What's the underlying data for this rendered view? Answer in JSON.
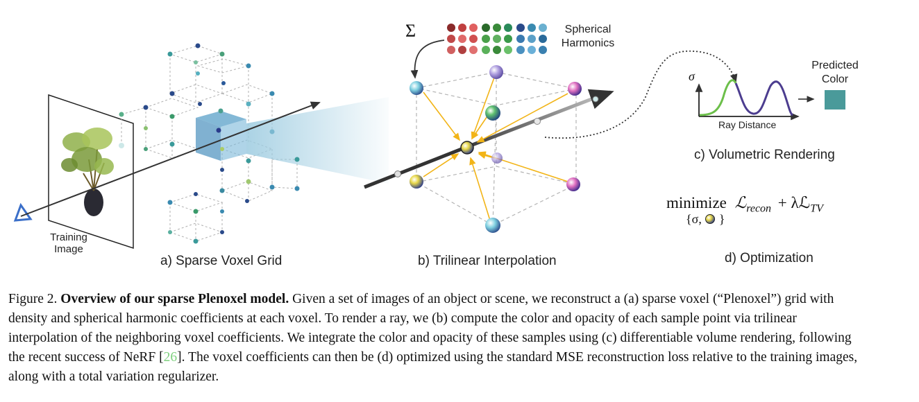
{
  "figure": {
    "panels": {
      "a": "a) Sparse Voxel Grid",
      "b": "b) Trilinear Interpolation",
      "c": "c) Volumetric Rendering",
      "d": "d) Optimization"
    },
    "labels": {
      "training_image_line1": "Training",
      "training_image_line2": "Image",
      "spherical_line1": "Spherical",
      "spherical_line2": "Harmonics",
      "predicted_line1": "Predicted",
      "predicted_line2": "Color",
      "ray_distance": "Ray Distance",
      "sigma": "σ",
      "sum_symbol": "Σ"
    },
    "objective": {
      "minimize": "minimize",
      "loss_recon": "ℒ",
      "recon_sub": "recon",
      "plus_lambda": "+ λℒ",
      "tv_sub": "TV",
      "under_left": "{σ,",
      "under_right": "}"
    },
    "colors": {
      "voxel_blue": "#7fb8d6",
      "arrow_yellow": "#f2b417",
      "predicted_color": "#4a9a9a",
      "curve_green": "#6cbf4a",
      "curve_purple": "#4c3d8f",
      "ray_gray": "#3a3a3a"
    }
  },
  "caption": {
    "figure_number": "Figure 2.",
    "title": "Overview of our sparse Plenoxel model.",
    "text_part1": "Given a set of images of an object or scene, we reconstruct a (a) sparse voxel (“Plenoxel”) grid with density and spherical harmonic coefficients at each voxel. To render a ray, we (b) compute the color and opacity of each sample point via trilinear interpolation of the neighboring voxel coefficients. We integrate the color and opacity of these samples using (c) differentiable volume rendering, following the recent success of NeRF [",
    "ref": "26",
    "text_part2": "]. The voxel coefficients can then be (d) optimized using the standard MSE reconstruction loss relative to the training images, along with a total variation regularizer."
  }
}
